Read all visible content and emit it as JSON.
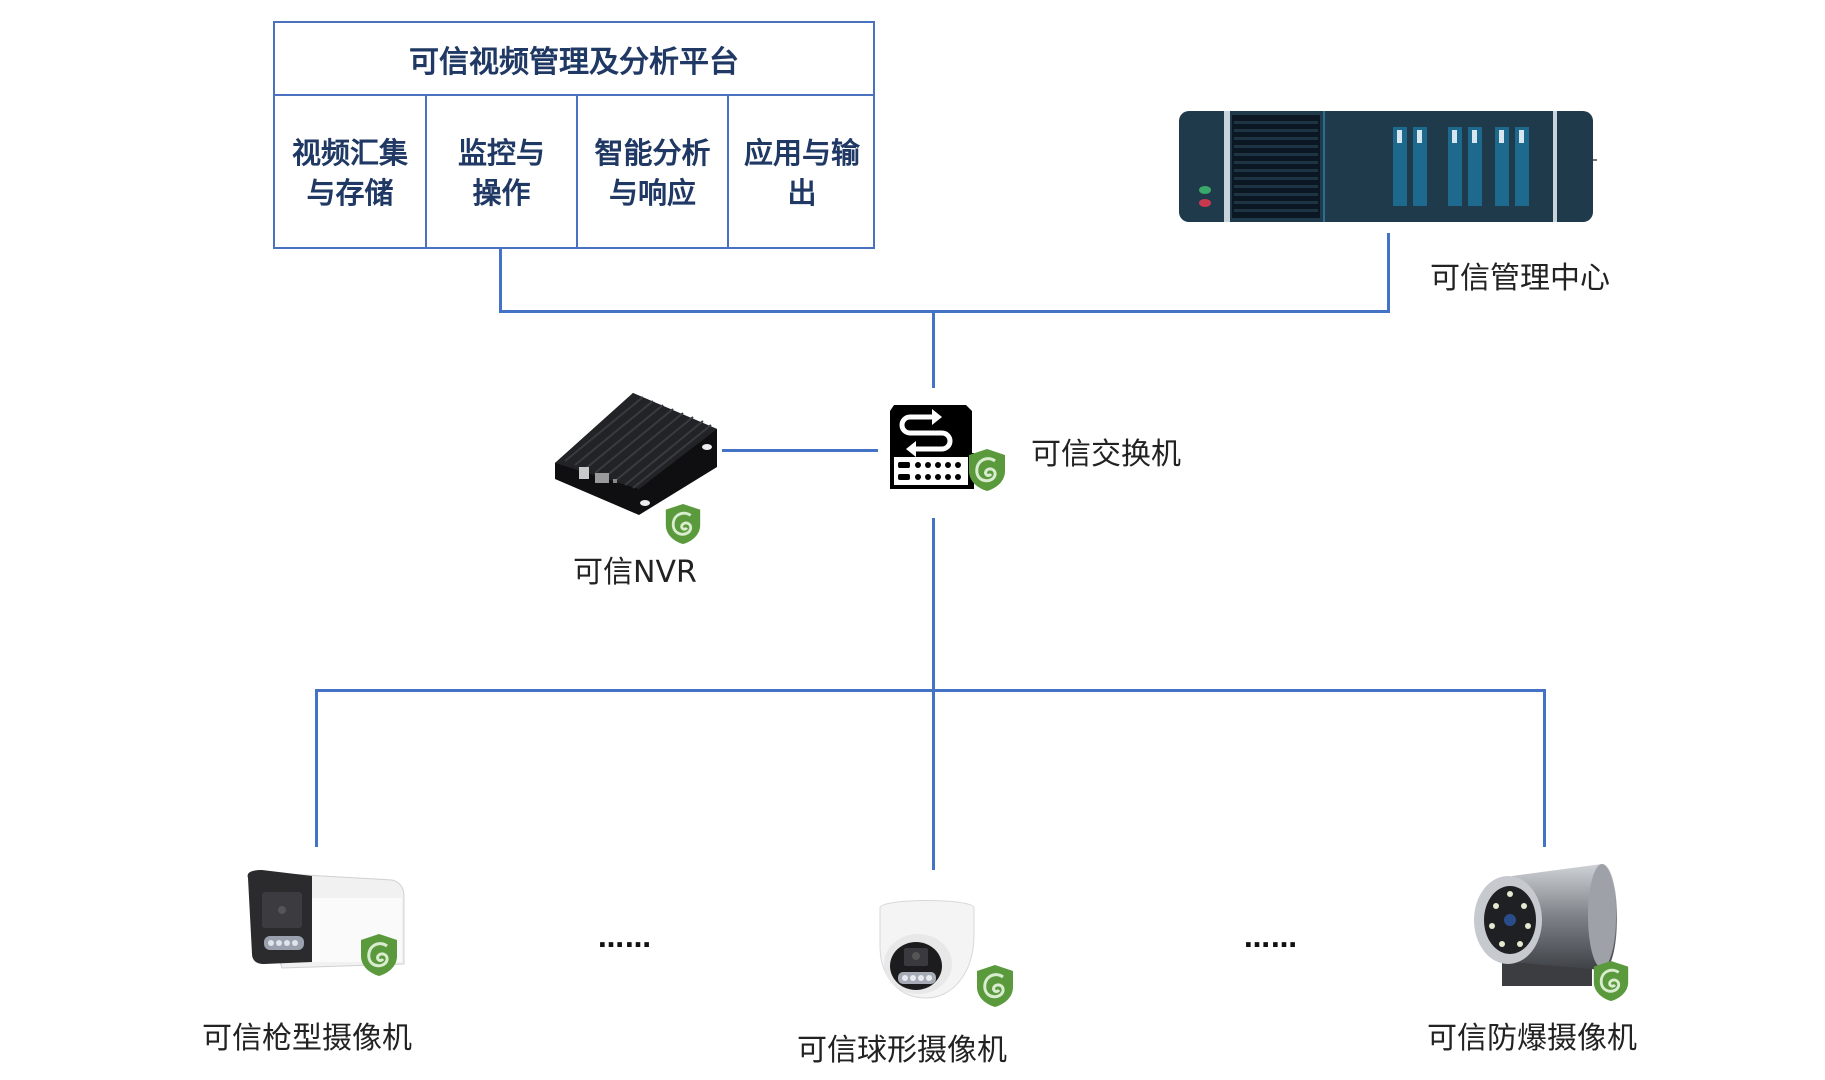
{
  "platform": {
    "title": "可信视频管理及分析平台",
    "modules": [
      {
        "line1": "视频汇集",
        "line2": "与存储"
      },
      {
        "line1": "监控与",
        "line2": "操作"
      },
      {
        "line1": "智能分析",
        "line2": "与响应"
      },
      {
        "line1": "应用与输",
        "line2": "出"
      }
    ]
  },
  "nodes": {
    "management_center": {
      "label": "可信管理中心",
      "icon": "server-icon"
    },
    "switch": {
      "label": "可信交换机",
      "icon": "network-switch-icon"
    },
    "nvr": {
      "label": "可信NVR",
      "icon": "nvr-icon"
    },
    "bullet_camera": {
      "label": "可信枪型摄像机",
      "icon": "bullet-camera-icon"
    },
    "dome_camera": {
      "label": "可信球形摄像机",
      "icon": "dome-camera-icon"
    },
    "explosion_proof_camera": {
      "label": "可信防爆摄像机",
      "icon": "explosion-proof-camera-icon"
    }
  },
  "ellipsis": "……",
  "trust_badge": "trusted-shield-icon",
  "colors": {
    "connector": "#4472c4",
    "box_border": "#4a72c0",
    "box_text": "#1f3864",
    "shield_green": "#5a9a3c",
    "server_body": "#1f3a4a",
    "server_slot": "#1e6a8f"
  }
}
